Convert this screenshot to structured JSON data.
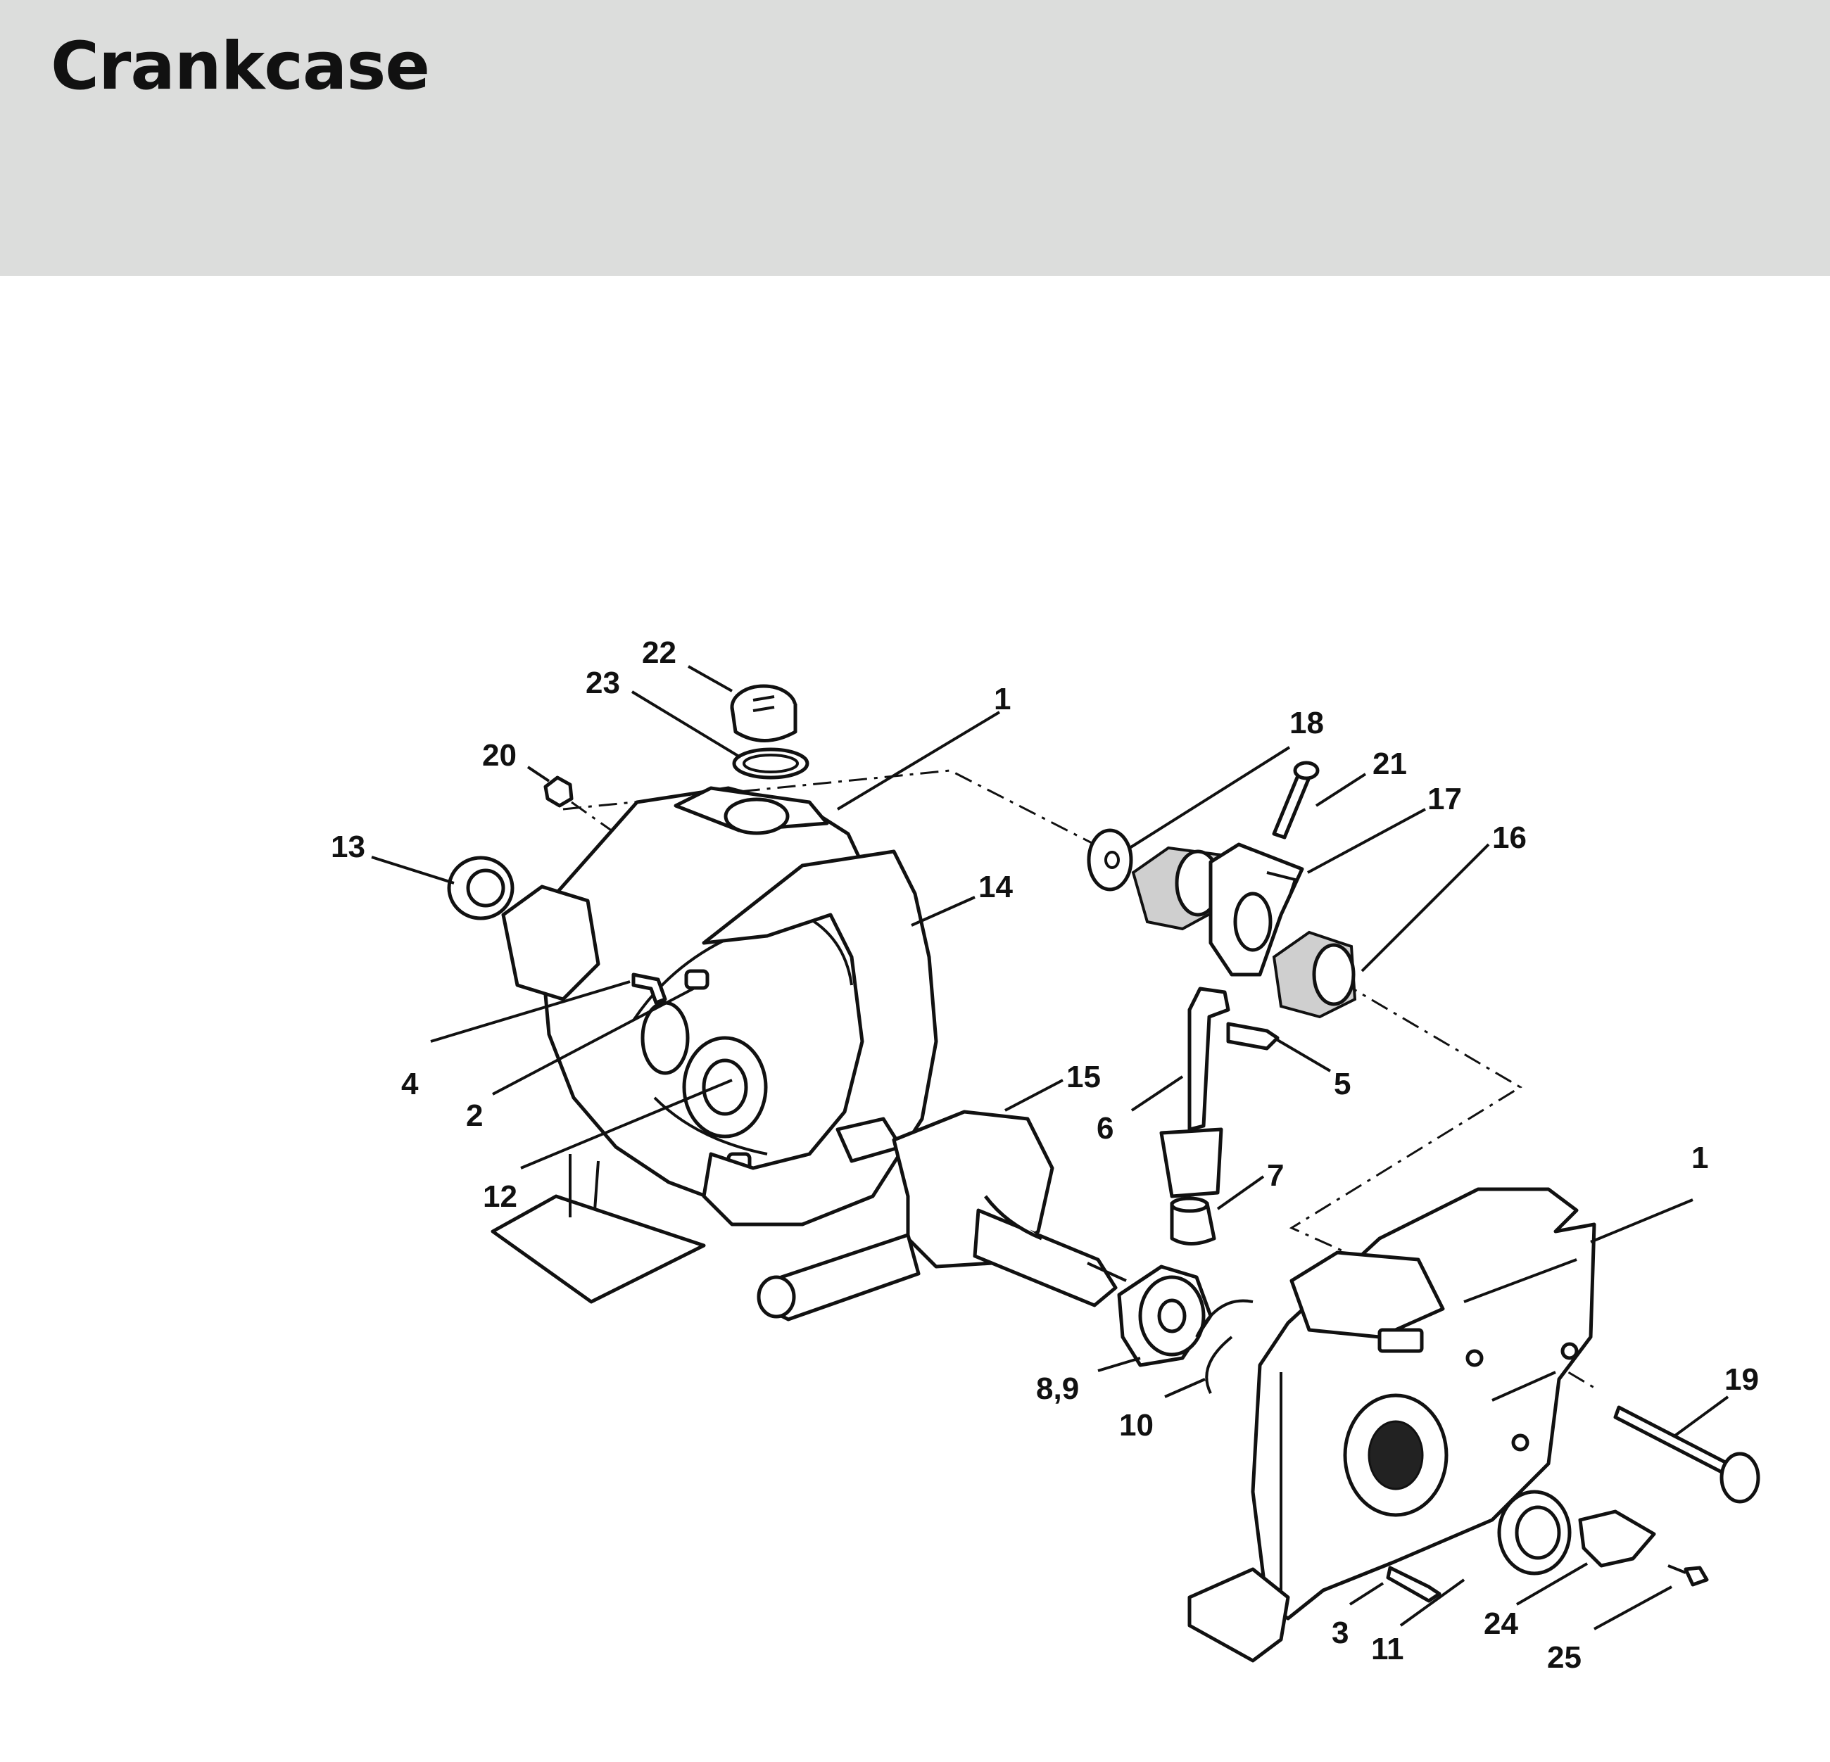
{
  "header": {
    "title": "Crankcase"
  },
  "colors": {
    "header_background": "#dcdddc",
    "line_art": "#111111"
  },
  "callouts": [
    "22",
    "23",
    "1",
    "20",
    "13",
    "18",
    "21",
    "17",
    "16",
    "14",
    "4",
    "5",
    "2",
    "15",
    "6",
    "12",
    "7",
    "1",
    "8,9",
    "10",
    "19",
    "3",
    "11",
    "24",
    "25"
  ]
}
